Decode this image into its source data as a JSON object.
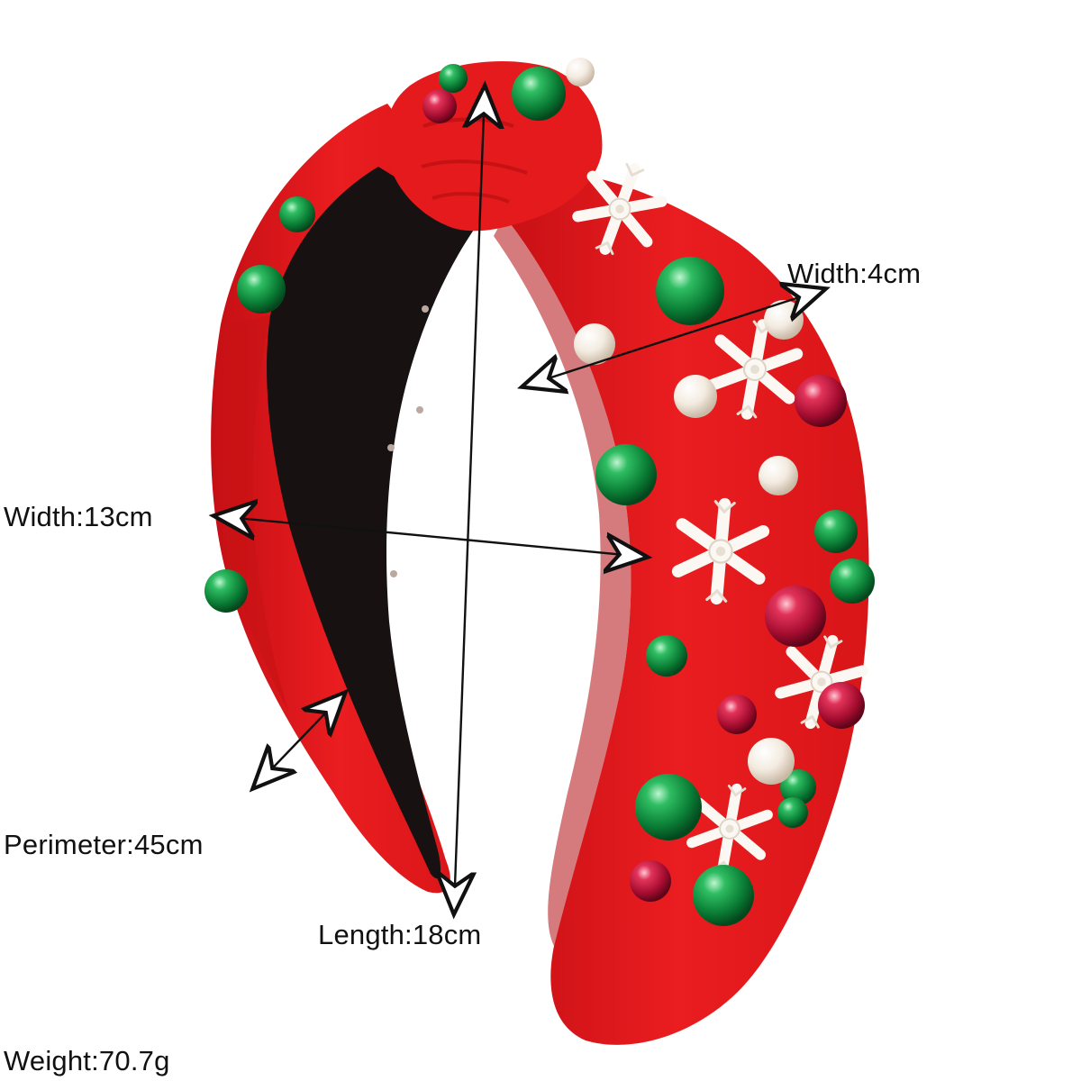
{
  "labels": {
    "width_top": "Width:4cm",
    "width_side": "Width:13cm",
    "perimeter": "Perimeter:45cm",
    "length": "Length:18cm",
    "weight": "Weight:70.7g"
  },
  "colors": {
    "fabric_red": "#e3181b",
    "fabric_dark_red": "#b50e12",
    "lining_black": "#171112",
    "bead_green": "#0d8a3c",
    "bead_crimson": "#c0143a",
    "pearl": "#f4ede4",
    "snowflake": "#fbf7f2",
    "arrow": "#111111"
  },
  "product": {
    "object": "knotted-headband",
    "decorations": [
      "green-bead-icon",
      "crimson-bead-icon",
      "pearl-bead-icon",
      "snowflake-icon"
    ]
  }
}
